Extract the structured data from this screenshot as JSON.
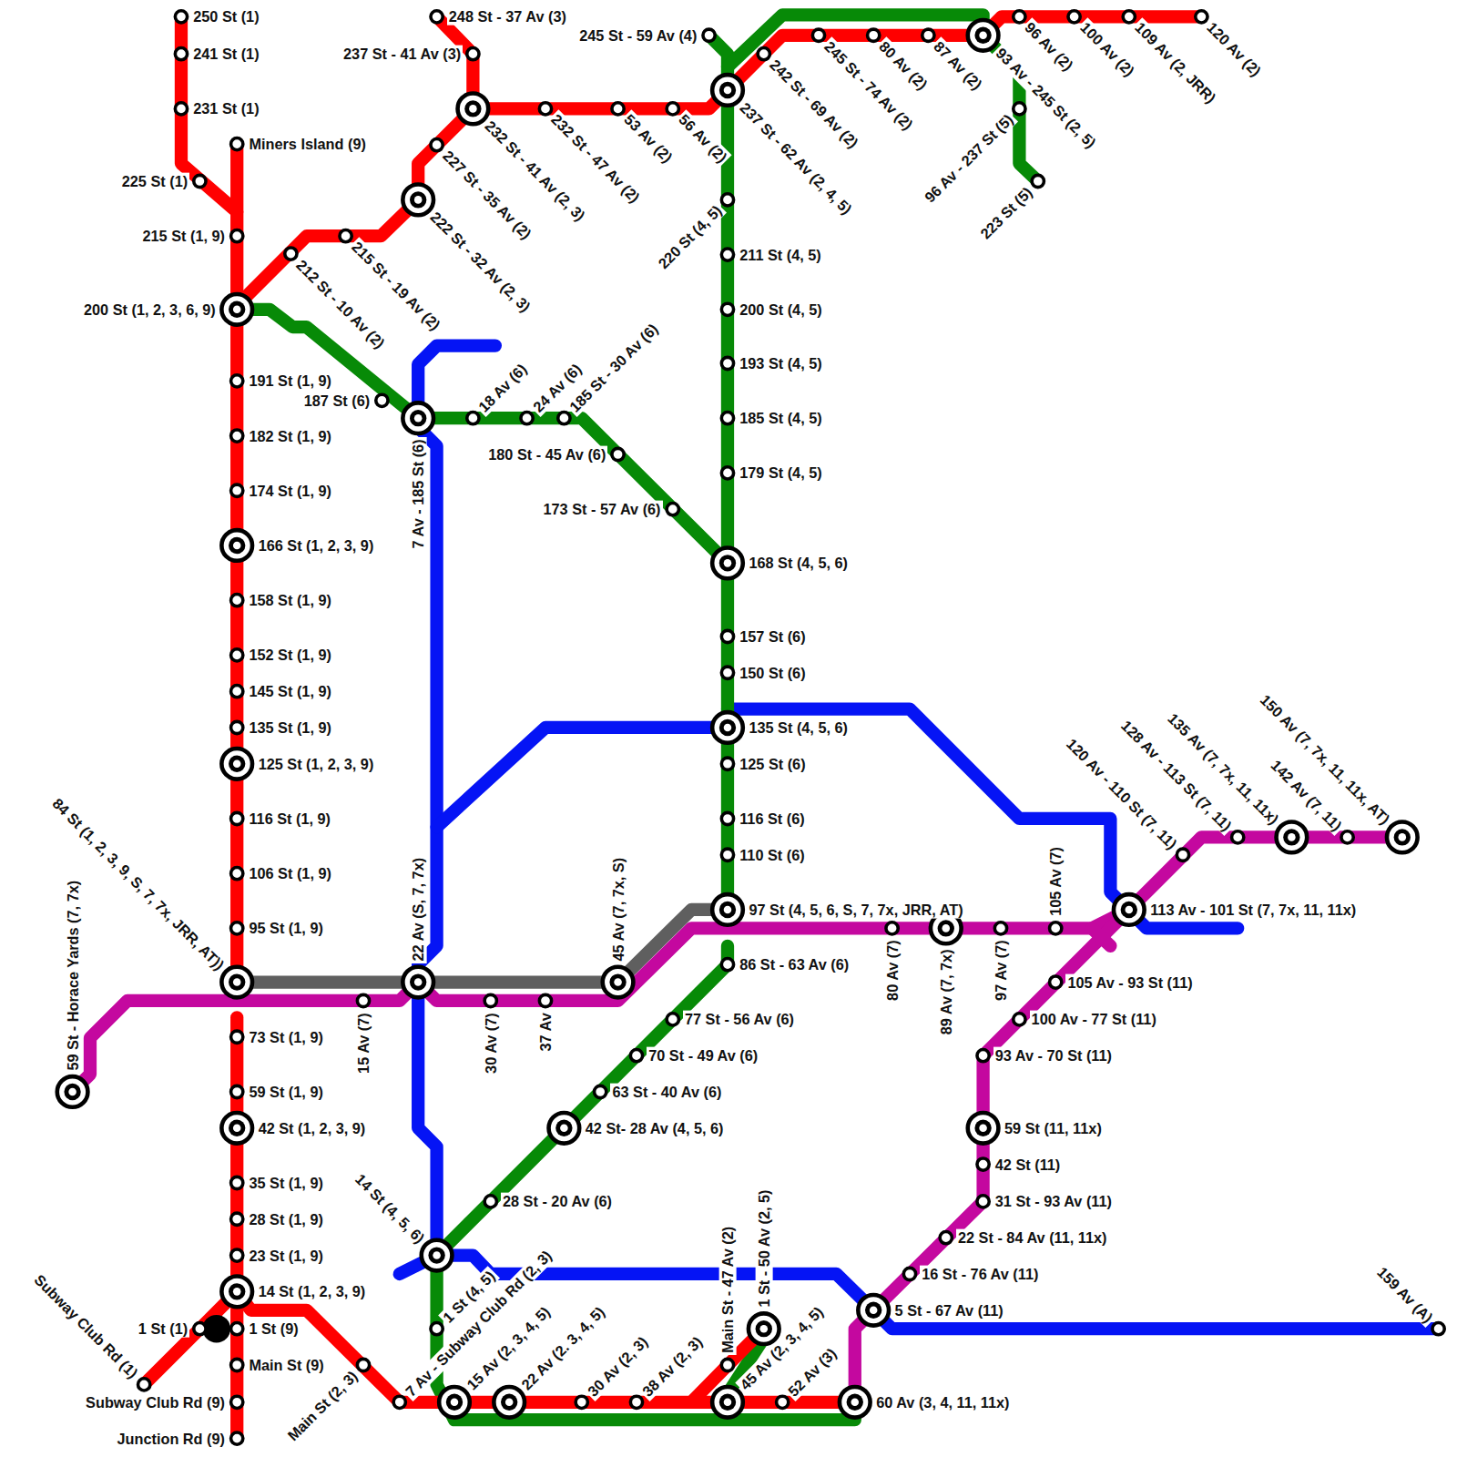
{
  "diagram": {
    "labels": [
      "250 St (1)",
      "241 St (1)",
      "231 St (1)",
      "Miners Island (9)",
      "225 St (1)",
      "215 St (1, 9)",
      "200 St (1, 2, 3, 6, 9)",
      "212 St - 10 Av (2)",
      "215 St - 19 Av (2)",
      "222 St - 32 Av (2, 3)",
      "227 St - 35 Av (2)",
      "232 St - 41 Av (2, 3)",
      "237 St - 41 Av (3)",
      "248 St - 37 Av (3)",
      "232 St - 47 Av (2)",
      "53 Av (2)",
      "56 Av (2)",
      "245 St - 59 Av (4)",
      "237 St - 62 Av (2, 4, 5)",
      "242 St - 69 Av (2)",
      "245 St - 74 Av (2)",
      "80 Av (2)",
      "87 Av (2)",
      "93 Av - 245 St (2, 5)",
      "96 Av (2)",
      "100 Av (2)",
      "109 Av (2, JRR)",
      "120 Av (2)",
      "96 Av - 237 St (5)",
      "223 St (5)",
      "220 St (4, 5)",
      "211 St (4, 5)",
      "200 St (4, 5)",
      "193 St (4, 5)",
      "185 St (4, 5)",
      "179 St (4, 5)",
      "191 St (1, 9)",
      "187 St (6)",
      "7 Av - 185 St (6)",
      "18 Av (6)",
      "24 Av (6)",
      "185 St - 30 Av (6)",
      "182 St (1, 9)",
      "180 St - 45 Av (6)",
      "174 St (1, 9)",
      "173 St - 57 Av (6)",
      "166 St (1, 2, 3, 9)",
      "168 St (4, 5, 6)",
      "158 St (1, 9)",
      "157 St (6)",
      "152 St (1, 9)",
      "150 St (6)",
      "145 St (1, 9)",
      "135 St (1, 9)",
      "135 St (4, 5, 6)",
      "125 St (1, 2, 3, 9)",
      "125 St (6)",
      "116 St (1, 9)",
      "116 St (6)",
      "150 Av (7, 7x, 11, 11x, AT)",
      "142 Av (7, 11)",
      "135 Av (7, 7x, 11, 11x)",
      "128 Av - 113 St (7, 11)",
      "120 Av - 110 St (7, 11)",
      "110 St (6)",
      "106 St (1, 9)",
      "97 St (4, 5, 6, S, 7, 7x, JRR, AT)",
      "113 Av - 101 St (7, 7x, 11, 11x)",
      "105 Av (7)",
      "95 St (1, 9)",
      "80 Av (7)",
      "89 Av (7, 7x)",
      "97 Av (7)",
      "84 St (1, 2, 3, 9, S, 7, 7x, JRR, AT))",
      "22 Av (S, 7, 7x)",
      "45 Av (7, 7x, S)",
      "86 St - 63 Av (6)",
      "105 Av - 93 St (11)",
      "59 St - Horace Yards (7, 7x)",
      "15 Av (7)",
      "30 Av (7)",
      "37 Av",
      "73 St (1, 9)",
      "77 St - 56 Av (6)",
      "100 Av - 77 St (11)",
      "70 St - 49 Av (6)",
      "93 Av - 70 St (11)",
      "59 St (1, 9)",
      "63 St - 40 Av (6)",
      "42 St (1, 2, 3, 9)",
      "42 St- 28 Av (4, 5, 6)",
      "59 St (11, 11x)",
      "42 St (11)",
      "35 St (1, 9)",
      "28 St - 20 Av (6)",
      "31 St - 93 Av (11)",
      "28 St (1, 9)",
      "22 St - 84 Av (11, 11x)",
      "14 St (4, 5, 6)",
      "23 St (1, 9)",
      "16 St - 76 Av (11)",
      "14 St (1, 2, 3, 9)",
      "Main St - 47 Av (2)",
      "1 St - 50 Av (2, 5)",
      "5 St - 67 Av (11)",
      "159 Av (A)",
      "Subway Club Rd (1)",
      "1 St (1)",
      "1 St (9)",
      "Main St (9)",
      "Main St (2, 3)",
      "1 St (4, 5)",
      "7 Av - Subway Club Rd (2, 3)",
      "15 Av (2, 3, 4, 5)",
      "22 Av (2. 3, 4, 5)",
      "30 Av (2, 3)",
      "38 Av (2, 3)",
      "45 Av (2, 3, 4, 5)",
      "52 Av (3)",
      "60 Av (3, 4, 11, 11x)",
      "Subway Club Rd (9)",
      "Junction Rd (9)"
    ]
  }
}
